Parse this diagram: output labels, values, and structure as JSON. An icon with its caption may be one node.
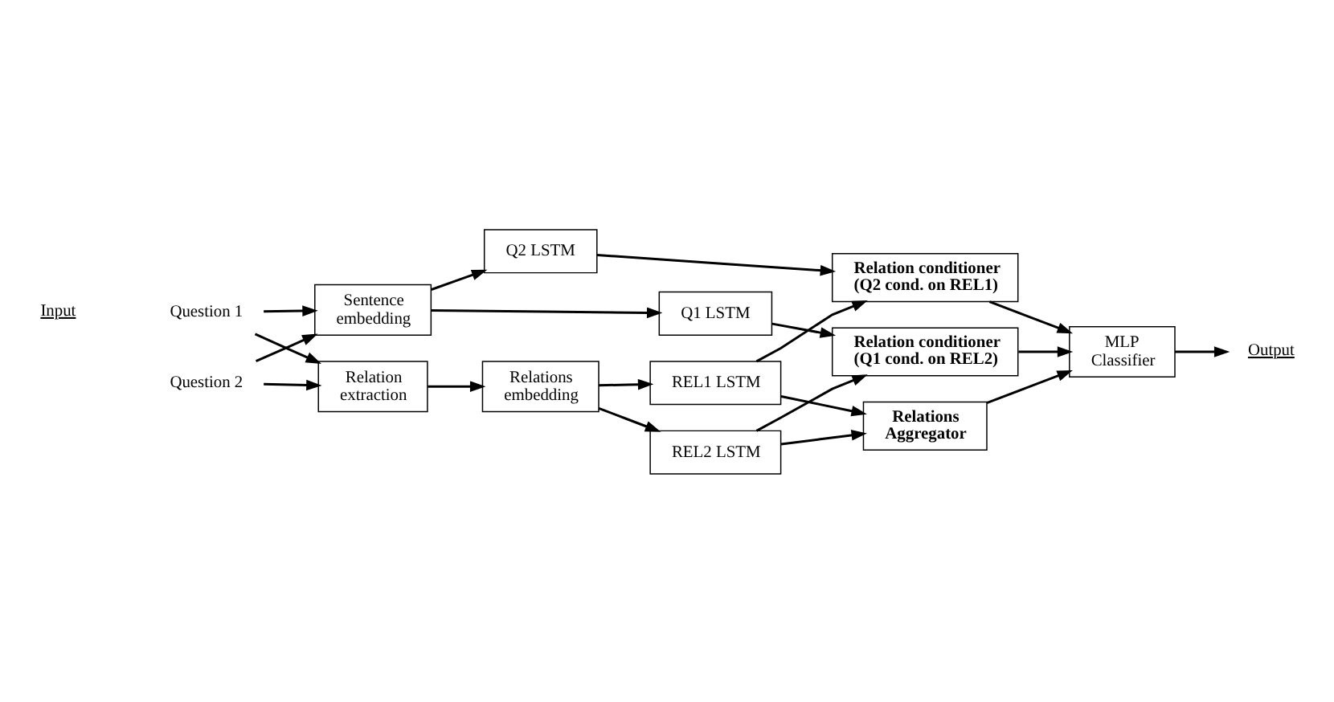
{
  "diagram": {
    "nodes": [
      {
        "text": [
          "Sentence embedding"
        ]
      },
      {
        "text": [
          "Q1 LSTM"
        ]
      },
      {
        "text": [
          "Q2 LSTM"
        ]
      },
      {
        "text": [
          "Relation conditioner (Q1 cond. on REL2)"
        ]
      },
      {
        "text": [
          "Relation conditioner (Q2 cond. on REL1)"
        ]
      },
      {
        "text": [
          "Question 1"
        ]
      },
      {
        "text": [
          "Question 2"
        ]
      },
      {
        "text": [
          "REL1 LSTM"
        ]
      },
      {
        "text": [
          "REL2 LSTM"
        ]
      },
      {
        "text": [
          "Relations Aggregator"
        ]
      },
      {
        "text": [
          "Relation extraction"
        ]
      },
      {
        "text": [
          "Relations embedding"
        ]
      },
      {
        "text": [
          "MLP Classifier"
        ]
      },
      {
        "text": [
          "Output"
        ]
      }
    ],
    "edges": [
      {
        "from": 0,
        "to": 1,
        "arrow": "to"
      },
      {
        "from": 0,
        "to": 2,
        "arrow": "to"
      },
      {
        "from": 1,
        "to": 3,
        "arrow": "to"
      },
      {
        "from": 8,
        "to": 3,
        "arrow": "to"
      },
      {
        "from": 2,
        "to": 4,
        "arrow": "to"
      },
      {
        "from": 7,
        "to": 4,
        "arrow": "to"
      },
      {
        "from": 7,
        "to": 9,
        "arrow": "to"
      },
      {
        "from": 8,
        "to": 9,
        "arrow": "to"
      },
      {
        "from": 5,
        "to": 0,
        "arrow": "to"
      },
      {
        "from": 5,
        "to": 10,
        "arrow": "to"
      },
      {
        "from": 6,
        "to": 0,
        "arrow": "to"
      },
      {
        "from": 6,
        "to": 10,
        "arrow": "to"
      },
      {
        "from": 10,
        "to": 11,
        "arrow": "to"
      },
      {
        "from": 11,
        "to": 7,
        "arrow": "to"
      },
      {
        "from": 11,
        "to": 8,
        "arrow": "to"
      },
      {
        "from": 3,
        "to": 12,
        "arrow": "to"
      },
      {
        "from": 4,
        "to": 12,
        "arrow": "to"
      },
      {
        "from": 9,
        "to": 12,
        "arrow": "to"
      },
      {
        "from": 12,
        "to": 13,
        "arrow": "to"
      }
    ],
    "labels": [
      "Input"
    ]
  }
}
